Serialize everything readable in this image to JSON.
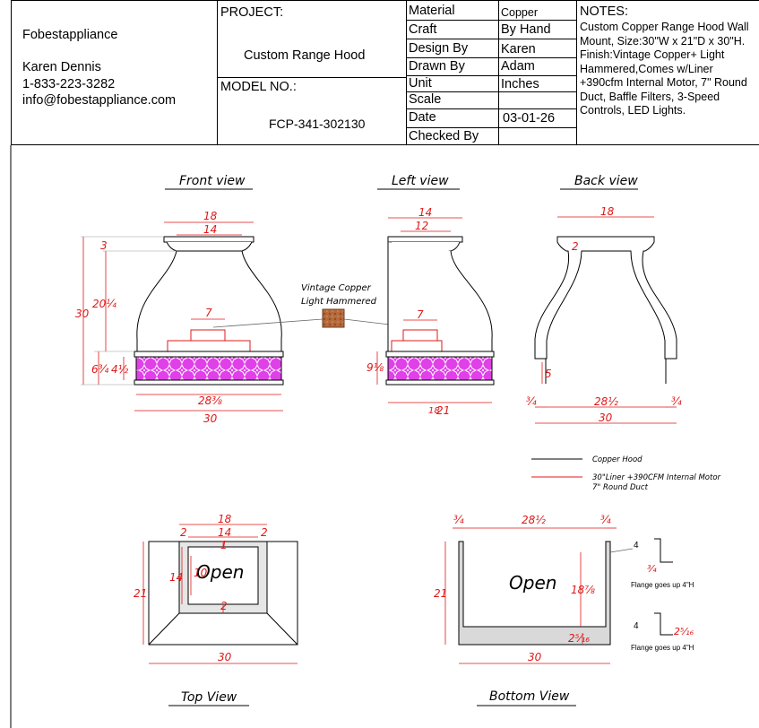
{
  "title_block": {
    "company": "Fobestappliance",
    "contact_name": "Karen Dennis",
    "phone": "1-833-223-3282",
    "email": "info@fobestappliance.com",
    "project_label": "PROJECT:",
    "project_value": "Custom Range Hood",
    "model_label": "MODEL NO.:",
    "model_value": "FCP-341-302130",
    "rows": [
      {
        "label": "Material",
        "value": "Copper"
      },
      {
        "label": "Craft",
        "value": "By Hand"
      },
      {
        "label": "Design By",
        "value": "Karen"
      },
      {
        "label": "Drawn By",
        "value": "Adam"
      },
      {
        "label": "Unit",
        "value": "Inches"
      },
      {
        "label": "Scale",
        "value": ""
      },
      {
        "label": "Date",
        "value": "03-01-26"
      },
      {
        "label": "Checked By",
        "value": ""
      }
    ],
    "notes_label": "NOTES:",
    "notes_text": "Custom Copper Range Hood Wall Mount, Size:30\"W x 21\"D x 30\"H. Finish:Vintage Copper+ Light Hammered,Comes w/Liner +390cfm Internal Motor, 7\" Round Duct, Baffle Filters, 3-Speed Controls, LED Lights."
  },
  "views": {
    "front_title": "Front view",
    "left_title": "Left view",
    "back_title": "Back view",
    "top_title": "Top View",
    "bottom_title": "Bottom View"
  },
  "dims": {
    "front_top_outer": "18",
    "front_top_inner": "14",
    "front_cap": "3",
    "front_height": "30",
    "front_body": "20¼",
    "front_duct": "7",
    "front_band": "6¾",
    "front_band2": "4½",
    "front_bottom_inner": "28⅜",
    "front_bottom": "30",
    "left_top_outer": "14",
    "left_top_inner": "12",
    "left_duct": "7",
    "left_band": "9⅛",
    "left_bottom": "18",
    "left_bottom_sub": "21",
    "back_top": "18",
    "back_cap": "2",
    "back_leg": "5",
    "back_left": "¾",
    "back_mid": "28½",
    "back_right": "¾",
    "back_bottom": "30",
    "top_outer_top": "18",
    "top_inner_top": "14",
    "top_left_small": "2",
    "top_right_small": "2",
    "top_side": "14",
    "top_side2": "10",
    "top_gap_top": "1",
    "top_gap_bottom": "2",
    "top_depth": "21",
    "top_width": "30",
    "top_open": "Open",
    "bot_left": "¾",
    "bot_mid": "28½",
    "bot_right": "¾",
    "bot_depth": "21",
    "bot_inner": "18⅞",
    "bot_open": "Open",
    "bot_flange_sm": "2⁵⁄₁₆",
    "bot_width": "30",
    "flange1_h": "4",
    "flange1_w": "¾",
    "flange1_text": "Flange goes up 4\"H",
    "flange2_h": "4",
    "flange2_w": "2⁵⁄₁₆",
    "flange2_text": "Flange goes up 4\"H"
  },
  "material_callout": {
    "line1": "Vintage Copper",
    "line2": "Light Hammered",
    "swatch_color": "#b66a3c"
  },
  "legend": [
    {
      "color": "#000000",
      "text": "Copper Hood"
    },
    {
      "color": "#e02020",
      "text": "30\"Liner +390CFM Internal Motor"
    },
    {
      "color": "#e02020",
      "text": "7\" Round Duct"
    }
  ],
  "colors": {
    "dimension": "#e01818",
    "outline": "#000000",
    "band_fill": "#e040e8",
    "band_pattern": "#ffffff",
    "flange_fill": "#d9d9d9"
  }
}
